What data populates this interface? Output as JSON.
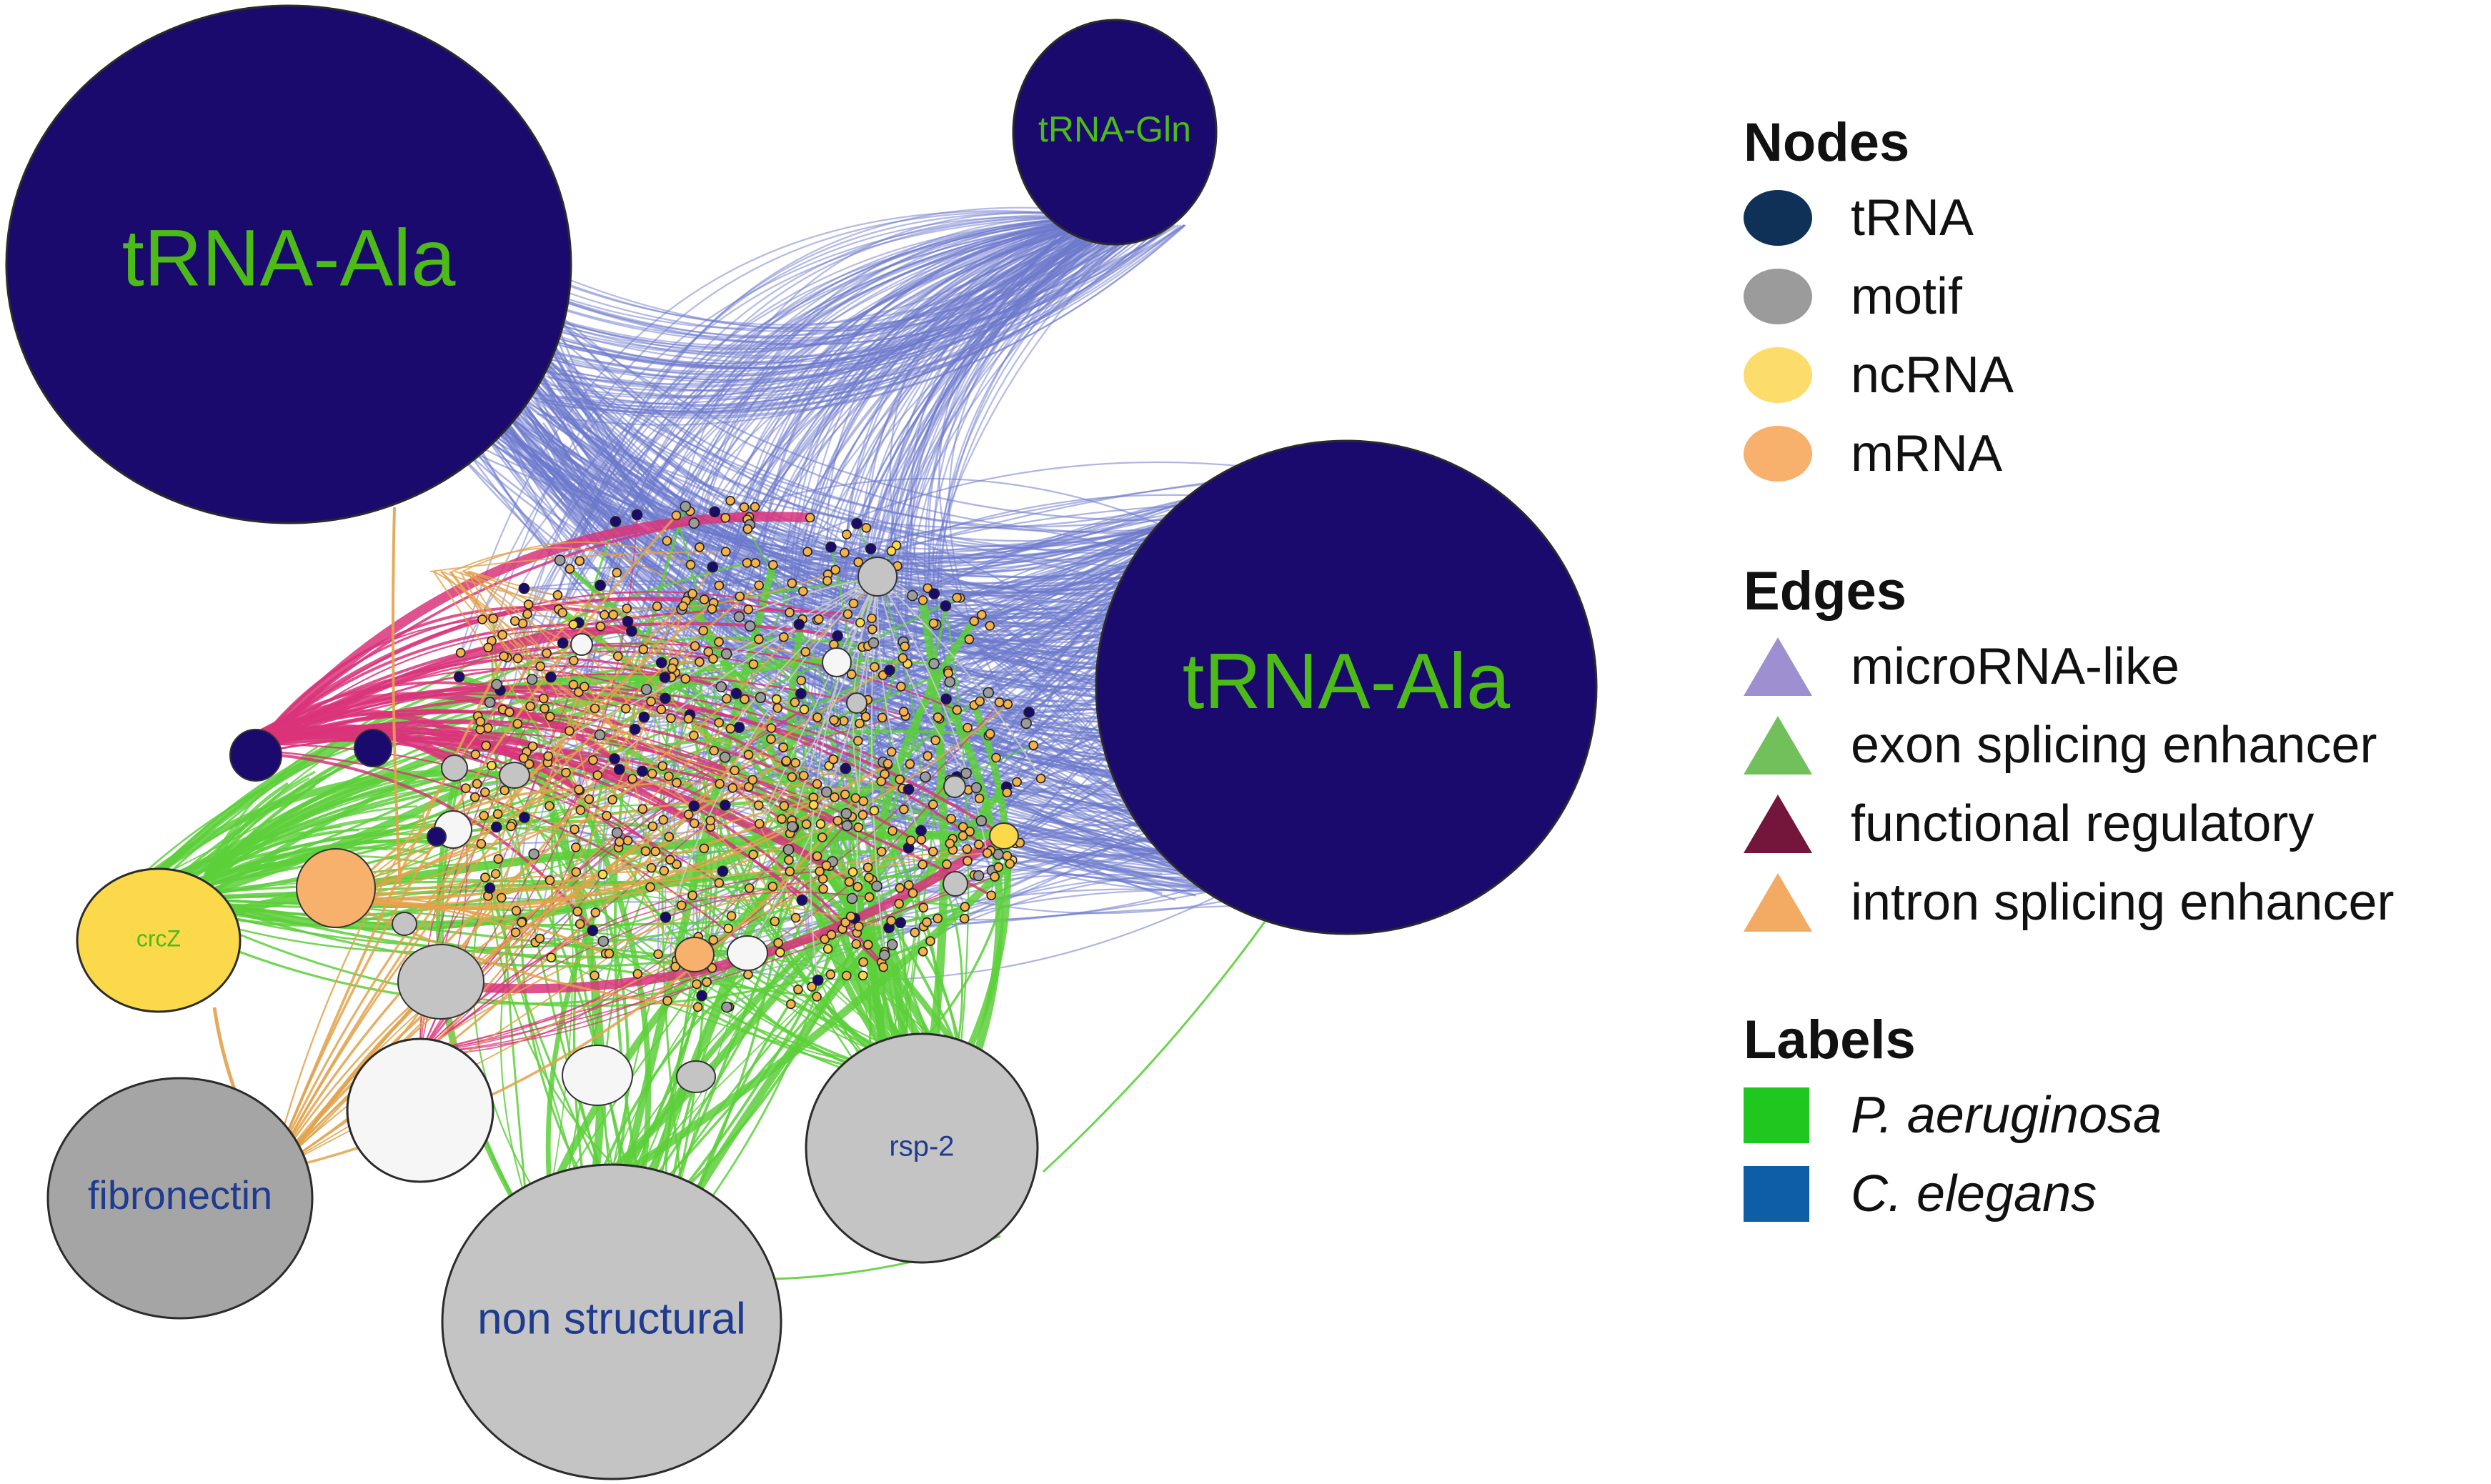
{
  "network": {
    "nodes": [
      {
        "id": "trna-ala-left",
        "label": "tRNA-Ala",
        "category": "tRNA",
        "label_color": "#4cbb17",
        "fill": "#1b0a6e"
      },
      {
        "id": "trna-gln",
        "label": "tRNA-Gln",
        "category": "tRNA",
        "label_color": "#4cbb17",
        "fill": "#1b0a6e"
      },
      {
        "id": "trna-ala-right",
        "label": "tRNA-Ala",
        "category": "tRNA",
        "label_color": "#4cbb17",
        "fill": "#1b0a6e"
      },
      {
        "id": "crcz",
        "label": "crcZ",
        "category": "ncRNA",
        "label_color": "#4cbb17",
        "fill": "#fcd94a"
      },
      {
        "id": "fibronectin",
        "label": "fibronectin",
        "category": "motif",
        "label_color": "#1f3b8f",
        "fill": "#a5a5a5"
      },
      {
        "id": "non-structural",
        "label": "non structural",
        "category": "motif",
        "label_color": "#1f3b8f",
        "fill": "#c4c4c4"
      },
      {
        "id": "rsp-2",
        "label": "rsp-2",
        "category": "motif",
        "label_color": "#1f3b8f",
        "fill": "#c4c4c4"
      },
      {
        "id": "white-node",
        "label": "",
        "category": "motif",
        "label_color": "#1f3b8f",
        "fill": "#f6f6f6"
      }
    ],
    "colors": {
      "microrna_like": "#6b78cc",
      "exon_splicing": "#5ccf3a",
      "functional_regulatory": "#d9347a",
      "intron_splicing": "#e2a24a",
      "background": "#ffffff"
    }
  },
  "legend": {
    "nodes": {
      "title": "Nodes",
      "items": [
        {
          "label": "tRNA",
          "color": "#0f3057",
          "icon": "circle"
        },
        {
          "label": "motif",
          "color": "#9b9b9b",
          "icon": "circle"
        },
        {
          "label": "ncRNA",
          "color": "#fcdc6a",
          "icon": "circle"
        },
        {
          "label": "mRNA",
          "color": "#f8b06d",
          "icon": "circle"
        }
      ]
    },
    "edges": {
      "title": "Edges",
      "items": [
        {
          "label": "microRNA-like",
          "color": "#9d8fd0",
          "icon": "triangle"
        },
        {
          "label": "exon splicing enhancer",
          "color": "#72c05b",
          "icon": "triangle"
        },
        {
          "label": "functional regulatory",
          "color": "#74153b",
          "icon": "triangle"
        },
        {
          "label": "intron splicing enhancer",
          "color": "#f3ab64",
          "icon": "triangle"
        }
      ]
    },
    "labels": {
      "title": "Labels",
      "items": [
        {
          "label": "P. aeruginosa",
          "color": "#1fc71f",
          "icon": "square"
        },
        {
          "label": "C. elegans",
          "color": "#0d5ea6",
          "icon": "square"
        }
      ]
    }
  }
}
